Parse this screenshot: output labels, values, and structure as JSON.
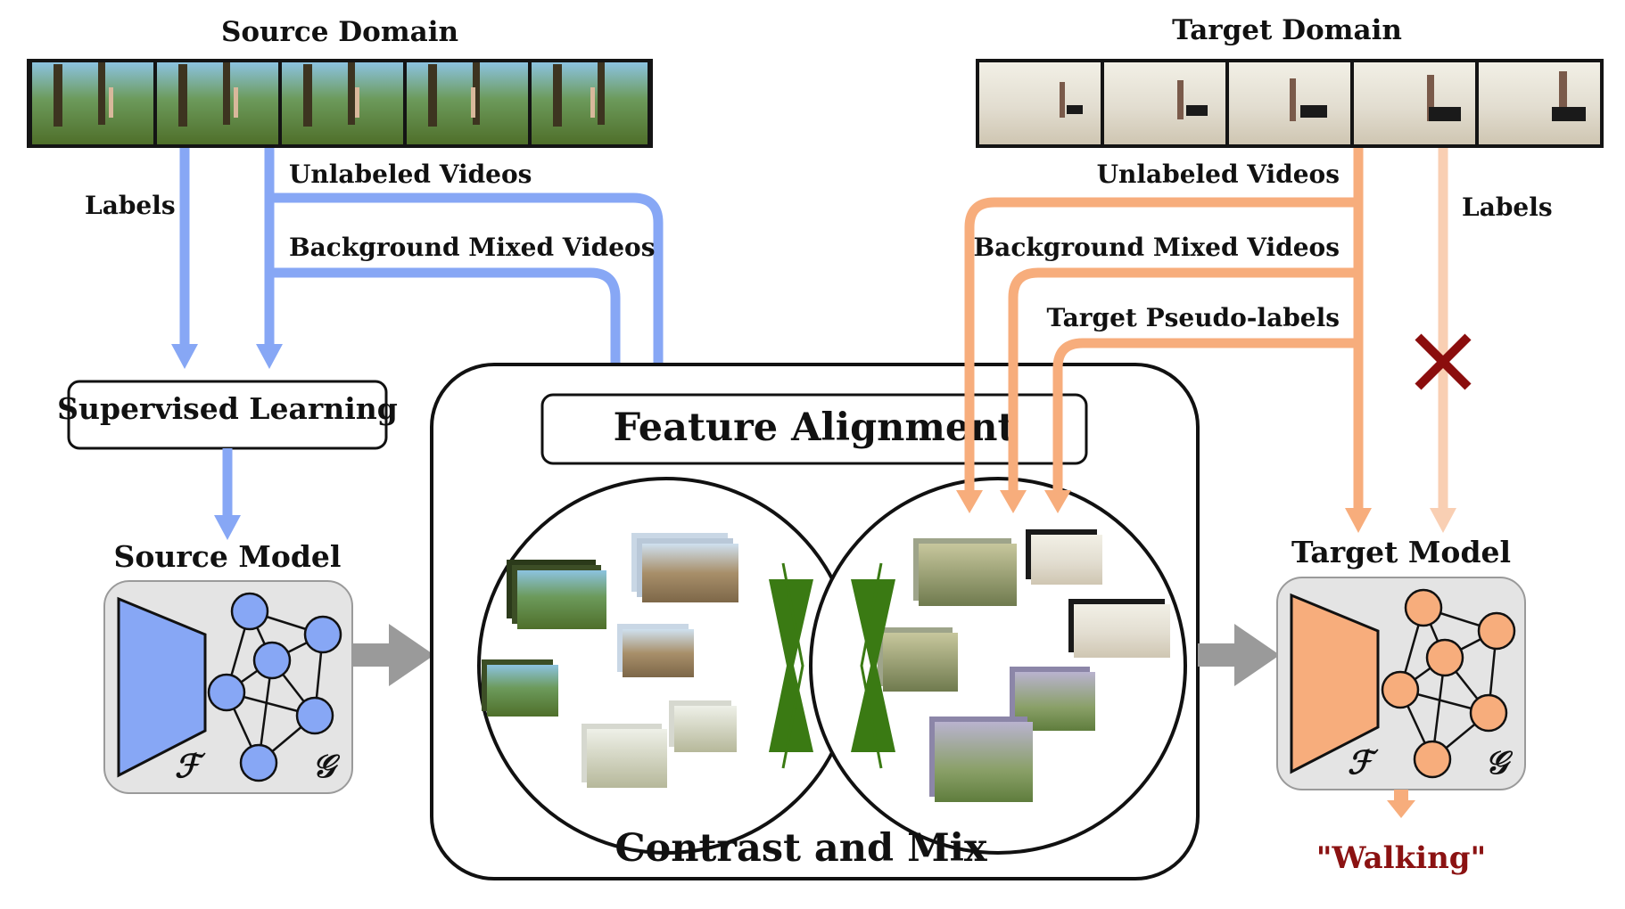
{
  "source": {
    "title": "Source Domain",
    "labels_text": "Labels",
    "unlabeled_text": "Unlabeled Videos",
    "bgmix_text": "Background Mixed Videos",
    "supervised_text": "Supervised Learning",
    "model_text": "Source Model",
    "f_symbol": "ℱ",
    "g_symbol": "𝒢"
  },
  "target": {
    "title": "Target Domain",
    "unlabeled_text": "Unlabeled Videos",
    "bgmix_text": "Background Mixed Videos",
    "pseudo_text": "Target Pseudo-labels",
    "labels_text": "Labels",
    "model_text": "Target Model",
    "f_symbol": "ℱ",
    "g_symbol": "𝒢",
    "prediction_text": "\"Walking\""
  },
  "center": {
    "alignment_text": "Feature Alignment",
    "contrast_text": "Contrast and Mix"
  },
  "colors": {
    "source_blue": "#87a7f5",
    "target_orange": "#f7ad7c",
    "target_orange_faint": "#f9cfb3",
    "model_bg": "#e4e4e4",
    "green": "#3a7a13",
    "cross_red": "#8b0d0d",
    "gray_arrow": "#9a9a9a",
    "prediction_red": "#8b1212"
  }
}
